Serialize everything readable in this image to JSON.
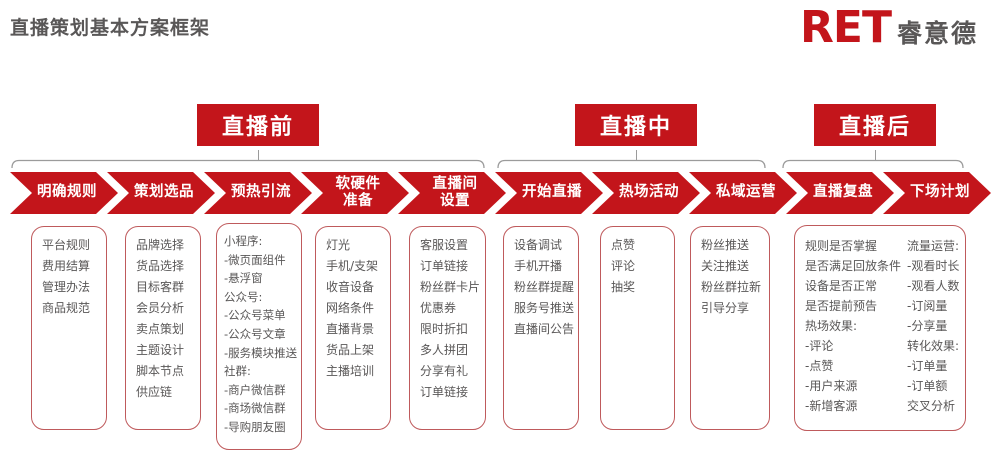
{
  "header": {
    "title": "直播策划基本方案框架",
    "logo_text": "RET",
    "logo_suffix": "睿意德"
  },
  "phases": [
    {
      "label": "直播前"
    },
    {
      "label": "直播中"
    },
    {
      "label": "直播后"
    }
  ],
  "stages": [
    {
      "label": "明确规则",
      "items": [
        "平台规则",
        "费用结算",
        "管理办法",
        "商品规范"
      ]
    },
    {
      "label": "策划选品",
      "items": [
        "品牌选择",
        "货品选择",
        "目标客群",
        "会员分析",
        "卖点策划",
        "主题设计",
        "脚本节点",
        "供应链"
      ]
    },
    {
      "label": "预热引流",
      "items": [
        "小程序:",
        "-微页面组件",
        "-悬浮窗",
        "公众号:",
        "-公众号菜单",
        "-公众号文章",
        "-服务模块推送",
        "社群:",
        "-商户微信群",
        "-商场微信群",
        "-导购朋友圈"
      ]
    },
    {
      "label": "软硬件\n准备",
      "items": [
        "灯光",
        "手机/支架",
        "收音设备",
        "网络条件",
        "直播背景",
        "货品上架",
        "主播培训"
      ]
    },
    {
      "label": "直播间\n设置",
      "items": [
        "客服设置",
        "订单链接",
        "粉丝群卡片",
        "优惠券",
        "限时折扣",
        "多人拼团",
        "分享有礼",
        "订单链接"
      ]
    },
    {
      "label": "开始直播",
      "items": [
        "设备调试",
        "手机开播",
        "粉丝群提醒",
        "服务号推送",
        "直播间公告"
      ]
    },
    {
      "label": "热场活动",
      "items": [
        "点赞",
        "评论",
        "抽奖"
      ]
    },
    {
      "label": "私域运营",
      "items": [
        "粉丝推送",
        "关注推送",
        "粉丝群拉新",
        "引导分享"
      ]
    },
    {
      "label": "直播复盘"
    },
    {
      "label": "下场计划"
    }
  ],
  "review_box": {
    "left_items": [
      "规则是否掌握",
      "是否满足回放条件",
      "设备是否正常",
      "是否提前预告",
      "热场效果:",
      "-评论",
      "-点赞",
      "-用户来源",
      "-新增客源"
    ],
    "right_items": [
      "流量运营:",
      "-观看时长",
      "-观看人数",
      "-订阅量",
      "-分享量",
      "转化效果:",
      "-订单量",
      "-订单额",
      "交叉分析"
    ]
  },
  "colors": {
    "accent_red": "#c3151b",
    "box_border": "#bf5a5c",
    "text_gray": "#595757",
    "brace_gray": "#9b9b9b"
  }
}
